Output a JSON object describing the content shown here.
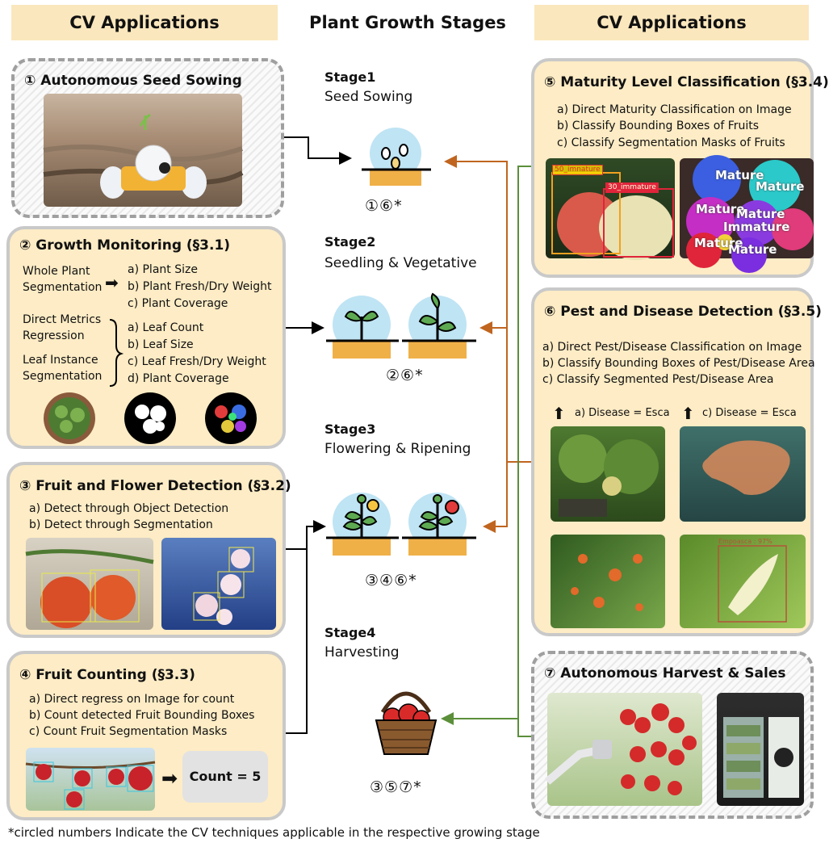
{
  "headers": {
    "left": "CV Applications",
    "center": "Plant Growth Stages",
    "right": "CV Applications"
  },
  "panels": {
    "p1": {
      "title": "① Autonomous Seed Sowing"
    },
    "p2": {
      "title": "② Growth Monitoring (§3.1)",
      "whole_plant_label": "Whole Plant Segmentation",
      "whole_plant_items": [
        "a)  Plant Size",
        "b)  Plant Fresh/Dry Weight",
        "c)  Plant Coverage"
      ],
      "direct_metrics_label": "Direct Metrics Regression",
      "leaf_instance_label": "Leaf Instance Segmentation",
      "leaf_items": [
        "a)  Leaf Count",
        "b)  Leaf Size",
        "c)  Leaf Fresh/Dry Weight",
        "d)  Plant Coverage"
      ]
    },
    "p3": {
      "title": "③ Fruit and Flower Detection (§3.2)",
      "items": [
        "a)  Detect through Object Detection",
        "b)  Detect through Segmentation"
      ]
    },
    "p4": {
      "title": "④ Fruit Counting (§3.3)",
      "items": [
        "a)  Direct regress on Image for count",
        "b)  Count detected Fruit Bounding Boxes",
        "c)  Count Fruit Segmentation Masks"
      ],
      "count_label": "Count = 5"
    },
    "p5": {
      "title": "⑤ Maturity Level Classification (§3.4)",
      "items": [
        "a)  Direct Maturity Classification on Image",
        "b)  Classify Bounding Boxes of Fruits",
        "c)  Classify Segmentation Masks of Fruits"
      ],
      "bbox_labels": [
        "50_imnature",
        "30_immature"
      ],
      "mask_labels": [
        "Mature",
        "Mature",
        "Mature",
        "Mature",
        "Immature",
        "Mature",
        "Mature"
      ]
    },
    "p6": {
      "title": "⑥ Pest and Disease Detection (§3.5)",
      "items": [
        "a)  Direct Pest/Disease Classification on Image",
        "b)  Classify Bounding Boxes of Pest/Disease Area",
        "c)  Classify Segmented Pest/Disease Area"
      ],
      "caption_a": "a) Disease = Esca",
      "caption_c": "c) Disease = Esca",
      "pest_tag": "Empoasca : 97%"
    },
    "p7": {
      "title": "⑦ Autonomous Harvest & Sales"
    }
  },
  "stages": [
    {
      "title": "Stage1",
      "subtitle": "Seed Sowing",
      "techniques": "①⑥*"
    },
    {
      "title": "Stage2",
      "subtitle": "Seedling & Vegetative",
      "techniques": "②⑥*"
    },
    {
      "title": "Stage3",
      "subtitle": "Flowering & Ripening",
      "techniques": "③④⑥*"
    },
    {
      "title": "Stage4",
      "subtitle": "Harvesting",
      "techniques": "③⑤⑦*"
    }
  ],
  "colors": {
    "panel_fill": "#fdecc5",
    "header_fill": "#fbe7bd",
    "arrow_black": "#000000",
    "arrow_orange": "#c0651f",
    "arrow_green": "#5b8f3a",
    "stage_sky": "#bfe4f4",
    "stage_soil": "#f0b048",
    "plant_green": "#5eaa52"
  },
  "footnote": "*circled numbers Indicate the CV techniques applicable in the respective growing stage"
}
